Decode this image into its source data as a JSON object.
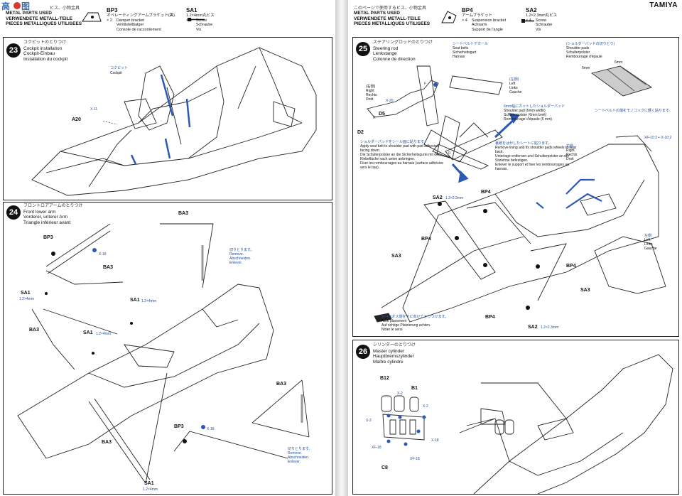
{
  "header_left": {
    "jp": "ビス、小物金具",
    "en": "METAL PARTS USED",
    "de": "VERWENDETE METALL-TEILE",
    "fr": "PIECES METALLIQUES UTILISEES",
    "parts": [
      {
        "code": "BP3",
        "jp": "オペレーティングアームブラケット(黒)",
        "count": "× 2",
        "en": "Damper bracket",
        "de": "Ventilstellbalger",
        "fr": "Console de raccordement"
      },
      {
        "code": "SA1",
        "jp": "1.2×4mm丸ビス",
        "count": "× 5",
        "en": "Screw",
        "de": "Schraube",
        "fr": "Vis"
      }
    ]
  },
  "header_right": {
    "jp": "このページで使用するビス、小物金具",
    "en": "METAL PARTS USED",
    "de": "VERWENDETE METALL-TEILE",
    "fr": "PIECES METALLIQUES UTILISEES",
    "brand": "TAMIYA",
    "parts": [
      {
        "code": "BP4",
        "jp": "アームブラケット",
        "count": "× 4",
        "en": "Suspension bracket",
        "de": "Achsarm",
        "fr": "Support de l'angle"
      },
      {
        "code": "SA2",
        "jp": "1.2×2.3mm丸ビス",
        "count": "× 4",
        "en": "Screw",
        "de": "Schraube",
        "fr": "Vis"
      }
    ]
  },
  "steps": {
    "s23": {
      "num": "23",
      "jp": "コクピットのとりつけ",
      "en": "Cockpit installation",
      "de": "Cockpit-Einbau",
      "fr": "Installation du cockpit",
      "labels": {
        "cockpit_jp": "コクピット",
        "cockpit": "Cockpit",
        "x11": "X-11",
        "a20": "A20"
      }
    },
    "s24": {
      "num": "24",
      "jp": "フロントロアアームのとりつけ",
      "en": "Front lower arm",
      "de": "Vorderer, unterer Arm",
      "fr": "Triangle inférieur avant",
      "labels": {
        "ba3": "BA3",
        "bp3": "BP3",
        "sa1": "SA1",
        "sa1_size": "1.2×4mm",
        "x18": "X-18",
        "cut_jp": "切りとります。",
        "cut_en": "Remove.",
        "cut_de": "Abschneiden.",
        "cut_fr": "Enlever."
      }
    },
    "s25": {
      "num": "25",
      "jp": "ステアリングロッドのとりつけ",
      "en": "Steering rod",
      "de": "Lenkstange",
      "fr": "Colonne de direction",
      "labels": {
        "right_jp": "(右側)",
        "right_en": "Right",
        "right_de": "Rechts",
        "right_fr": "Droit",
        "left_jp": "(左側)",
        "left_en": "Left",
        "left_de": "Links",
        "left_fr": "Gauche",
        "x20": "X-20",
        "d5": "D5",
        "d2": "D2",
        "f": "F",
        "r": "R",
        "belts_jp": "シートベルトデカール",
        "belts_en": "Seat belts",
        "belts_de": "Sicherheitsgurt",
        "belts_fr": "Harnais",
        "pads_jp": "(ショルダーパッドの切りとり)",
        "pads_en": "Shoulder pads",
        "pads_de": "Schulterpolster",
        "pads_fr": "Rembourrage d'épaule",
        "mm6": "6mm",
        "pad6_jp": "6mm幅にカットしたショルダーパッド",
        "pad6_en": "Shoulder pad (6mm width)",
        "pad6_de": "Schulterpolster (6mm breit)",
        "pad6_fr": "Rembourrage d'épaule (6 mm)",
        "apply_jp": "ショルダーパッドをシール面に貼ります。",
        "apply_en": "Apply seat belt to shoulder pad with pad adhesive facing down.",
        "apply_de": "Die Schulterpolster an die Sicherheitsgurte mit der Klebefläche nach unten anbringen.",
        "apply_fr": "Fixer les rembourrages au harnais (surface adhésive vers le bas).",
        "lining_jp": "裏紙をはがしたシートに貼ります。",
        "lining_en": "Remove lining and fix shoulder pads wheels to seat back.",
        "lining_de": "Unterlage entfernen und Schulterpolster an der Sitzlehne befestigen.",
        "lining_fr": "Enlever le support et fixer les rembourrages au harnais.",
        "belt_note_jp": "シートベルトの端をモノコックに軽く貼ります。",
        "xf": "XF-10:3 + X-10:2",
        "right2_jp": "右側",
        "right2_en": "Right",
        "right2_de": "Rechts",
        "right2_fr": "Droit",
        "left2_jp": "左側",
        "left2_en": "Left",
        "left2_de": "Links",
        "left2_fr": "Gauche",
        "sa2": "SA2",
        "sa2_size": "1.2×2.3mm",
        "bp4": "BP4",
        "sa3": "SA3",
        "bp4_jp": "BP4はオス側を下に向けてとりつけます。",
        "bp4_en": "Note placement",
        "bp4_de": "Auf richtige Platzierung achten.",
        "bp4_fr": "Noter le sens"
      }
    },
    "s26": {
      "num": "26",
      "jp": "シリンダーのとりつけ",
      "en": "Master cylinder",
      "de": "Hauptbremszylinder",
      "fr": "Maître cylindre",
      "labels": {
        "b12": "B12",
        "b1": "B1",
        "x2": "X-2",
        "x18": "X-18",
        "xf18": "XF-18",
        "c8": "C8"
      }
    }
  },
  "colors": {
    "ink": "#111111",
    "accent_blue": "#2b59b5",
    "watermark_red": "#d63a2a",
    "watermark_blue": "#3a6fb6"
  },
  "icons": [
    "step-number-badge",
    "scissors-icon",
    "paint-dot-icon",
    "arrow-icon",
    "watermark-logo"
  ]
}
